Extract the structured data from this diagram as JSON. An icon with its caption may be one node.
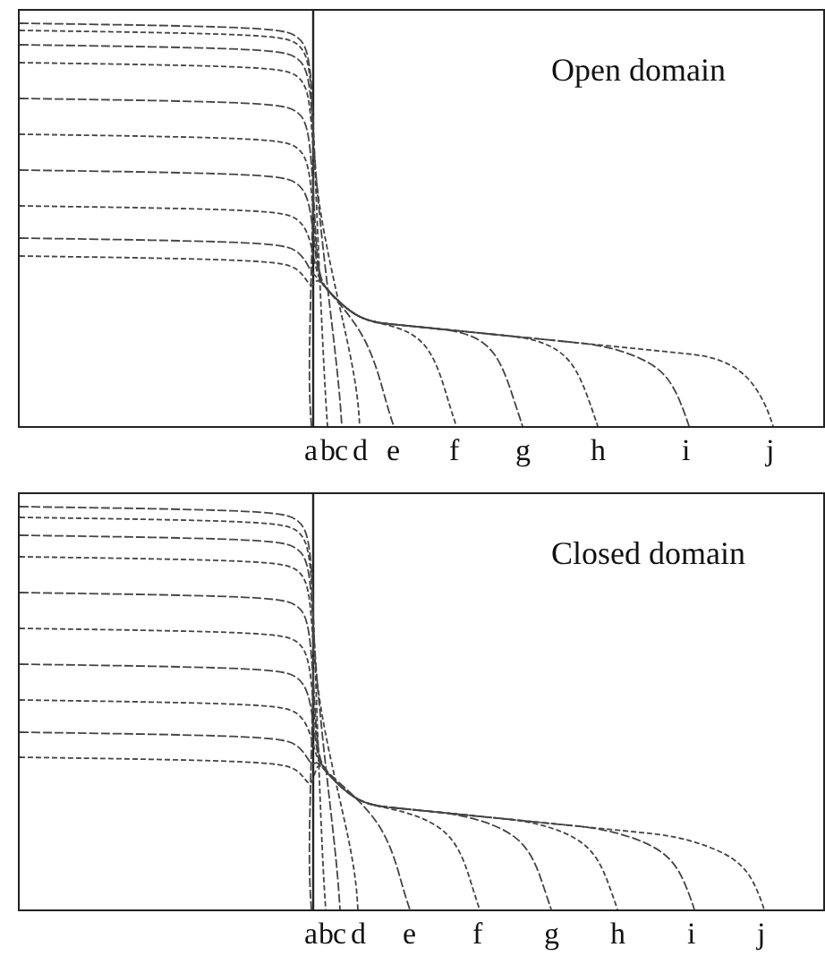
{
  "diagram": {
    "labels": [
      "Open domain",
      "a",
      "b",
      "c",
      "d",
      "e",
      "f",
      "g",
      "h",
      "i",
      "j",
      "Closed domain",
      "a",
      "b",
      "c",
      "d",
      "e",
      "f",
      "g",
      "h",
      "i",
      "j"
    ]
  }
}
